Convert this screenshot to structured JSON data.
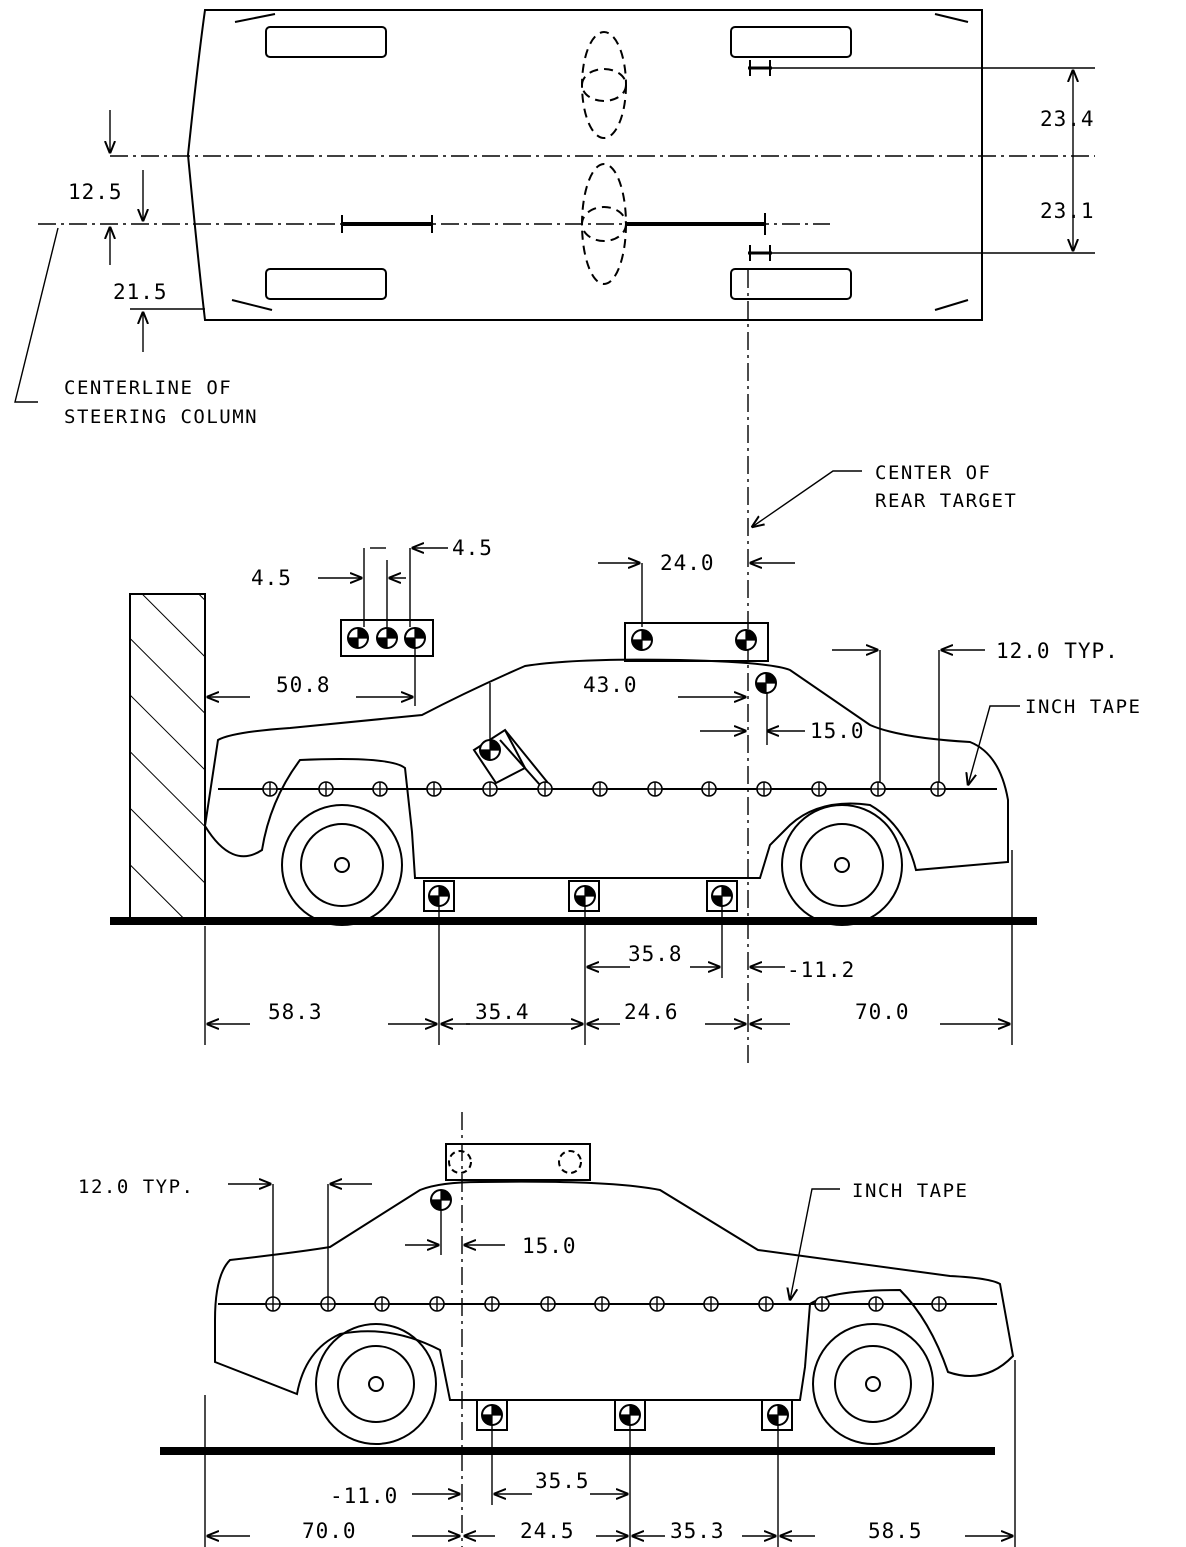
{
  "top_view": {
    "dims": {
      "d_23_4": "23.4",
      "d_23_1": "23.1",
      "d_12_5": "12.5",
      "d_21_5": "21.5"
    },
    "steering_label_line1": "CENTERLINE OF",
    "steering_label_line2": "STEERING COLUMN"
  },
  "side_view_1": {
    "rear_target_line1": "CENTER OF",
    "rear_target_line2": "REAR TARGET",
    "dims": {
      "d_4_5_left": "4.5",
      "d_4_5_right": "4.5",
      "d_24_0": "24.0",
      "d_50_8": "50.8",
      "d_43_0": "43.0",
      "d_15_0": "15.0",
      "d_12_0_typ": "12.0 TYP.",
      "d_35_8": "35.8",
      "d_neg_11_2": "-11.2",
      "d_58_3": "58.3",
      "d_35_4": "35.4",
      "d_24_6": "24.6",
      "d_70_0": "70.0"
    },
    "inch_tape": "INCH TAPE"
  },
  "side_view_2": {
    "dims": {
      "d_12_0_typ": "12.0 TYP.",
      "d_15_0": "15.0",
      "d_neg_11_0": "-11.0",
      "d_35_5": "35.5",
      "d_70_0": "70.0",
      "d_24_5": "24.5",
      "d_35_3": "35.3",
      "d_58_5": "58.5"
    },
    "inch_tape": "INCH TAPE"
  }
}
